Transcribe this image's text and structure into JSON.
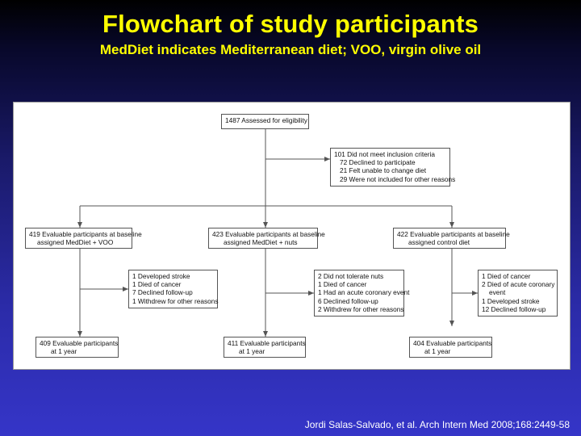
{
  "slide": {
    "title": "Flowchart of study participants",
    "subtitle": "MedDiet indicates Mediterranean diet; VOO, virgin olive oil",
    "citation": "Jordi Salas-Salvado, et al. Arch Intern Med 2008;168:2449-58"
  },
  "flowchart": {
    "assessed": [
      "1487 Assessed for eligibility"
    ],
    "excluded": [
      "101 Did not meet inclusion criteria",
      "72 Declined to participate",
      "21 Felt unable to change diet",
      "29 Were not included for other reasons"
    ],
    "arm_voo": [
      "419 Evaluable participants at baseline",
      "assigned MedDiet + VOO"
    ],
    "arm_nuts": [
      "423 Evaluable participants at baseline",
      "assigned MedDiet + nuts"
    ],
    "arm_control": [
      "422 Evaluable participants at baseline",
      "assigned control diet"
    ],
    "loss_voo": [
      "1 Developed stroke",
      "1 Died of cancer",
      "7 Declined follow-up",
      "1 Withdrew for other reasons"
    ],
    "loss_nuts": [
      "2 Did not tolerate nuts",
      "1 Died of cancer",
      "1 Had an acute coronary event",
      "6 Declined follow-up",
      "2 Withdrew for other reasons"
    ],
    "loss_control": [
      "1 Died of cancer",
      "2 Died of acute coronary",
      "event",
      "1 Developed stroke",
      "12 Declined follow-up"
    ],
    "final_voo": [
      "409 Evaluable participants",
      "at 1 year"
    ],
    "final_nuts": [
      "411 Evaluable participants",
      "at 1 year"
    ],
    "final_control": [
      "404 Evaluable participants",
      "at 1 year"
    ]
  },
  "colors": {
    "title": "#ffff00",
    "citation": "#ffffff",
    "panel": "#ffffff",
    "line": "#555555"
  }
}
